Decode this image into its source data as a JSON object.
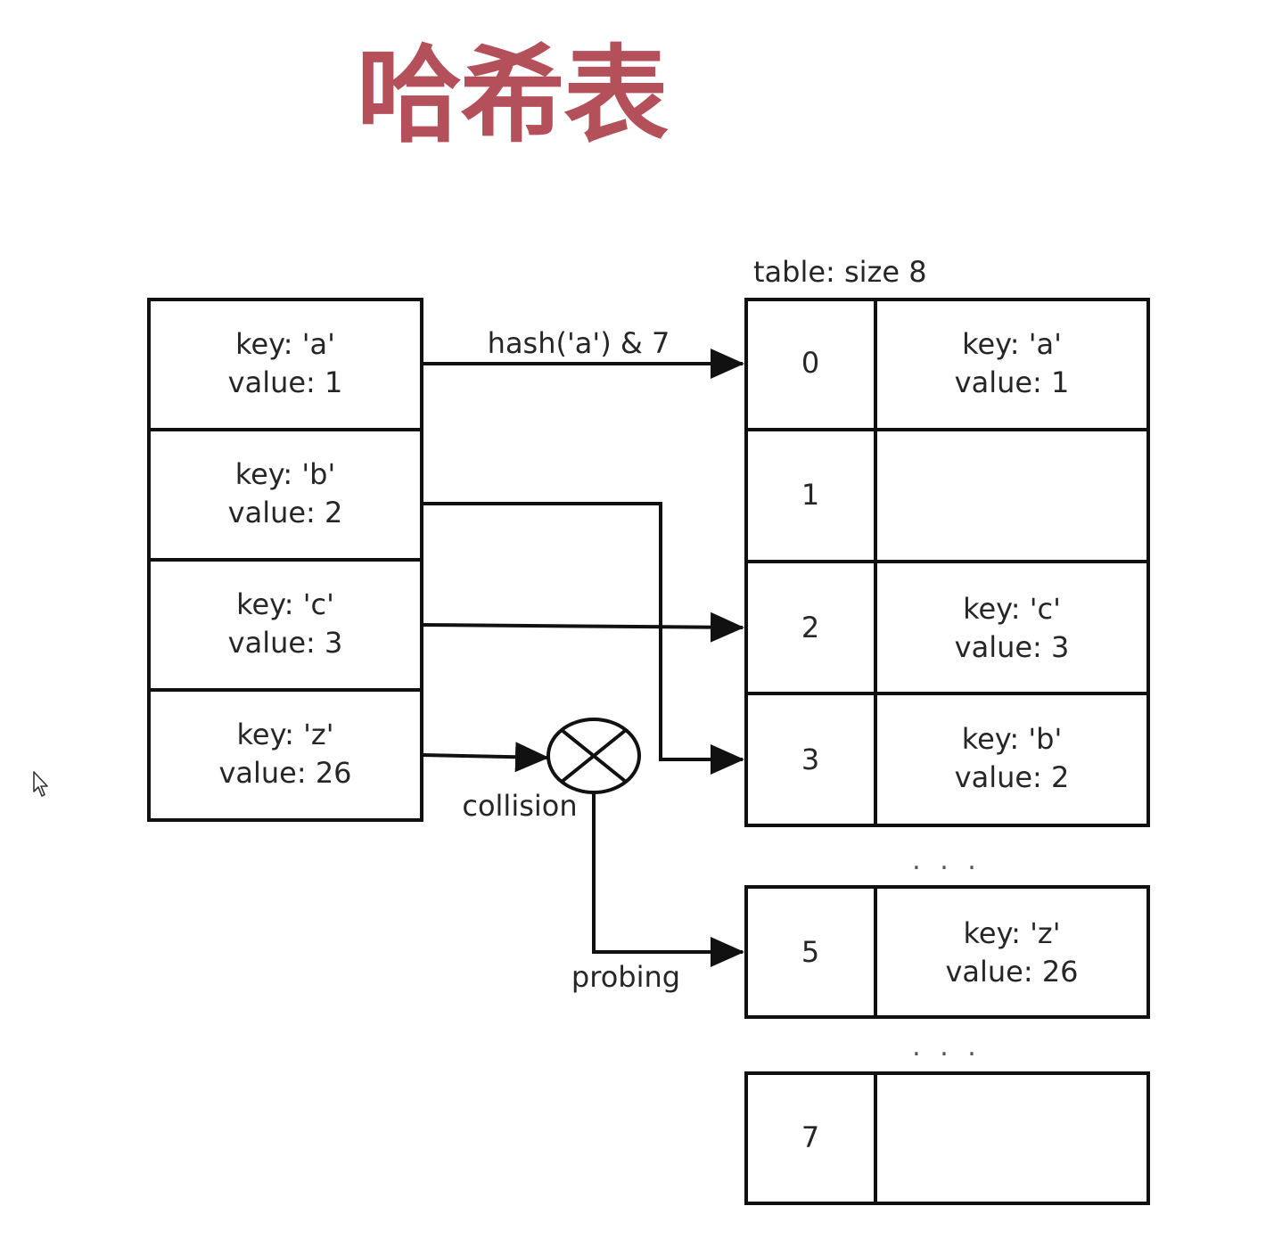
{
  "title": "哈希表",
  "table_caption": "table: size 8",
  "input_entries": [
    {
      "key": "key: 'a'",
      "value": "value: 1"
    },
    {
      "key": "key: 'b'",
      "value": "value: 2"
    },
    {
      "key": "key: 'c'",
      "value": "value: 3"
    },
    {
      "key": "key: 'z'",
      "value": "value: 26"
    }
  ],
  "table_slots": [
    {
      "index": "0",
      "key": "key: 'a'",
      "value": "value: 1"
    },
    {
      "index": "1",
      "key": "",
      "value": ""
    },
    {
      "index": "2",
      "key": "key: 'c'",
      "value": "value: 3"
    },
    {
      "index": "3",
      "key": "key: 'b'",
      "value": "value: 2"
    },
    {
      "index": "5",
      "key": "key: 'z'",
      "value": "value: 26"
    },
    {
      "index": "7",
      "key": "",
      "value": ""
    }
  ],
  "ellipsis": ". . .",
  "edge_labels": {
    "hash": "hash('a') & 7",
    "collision": "collision",
    "probing": "probing"
  }
}
